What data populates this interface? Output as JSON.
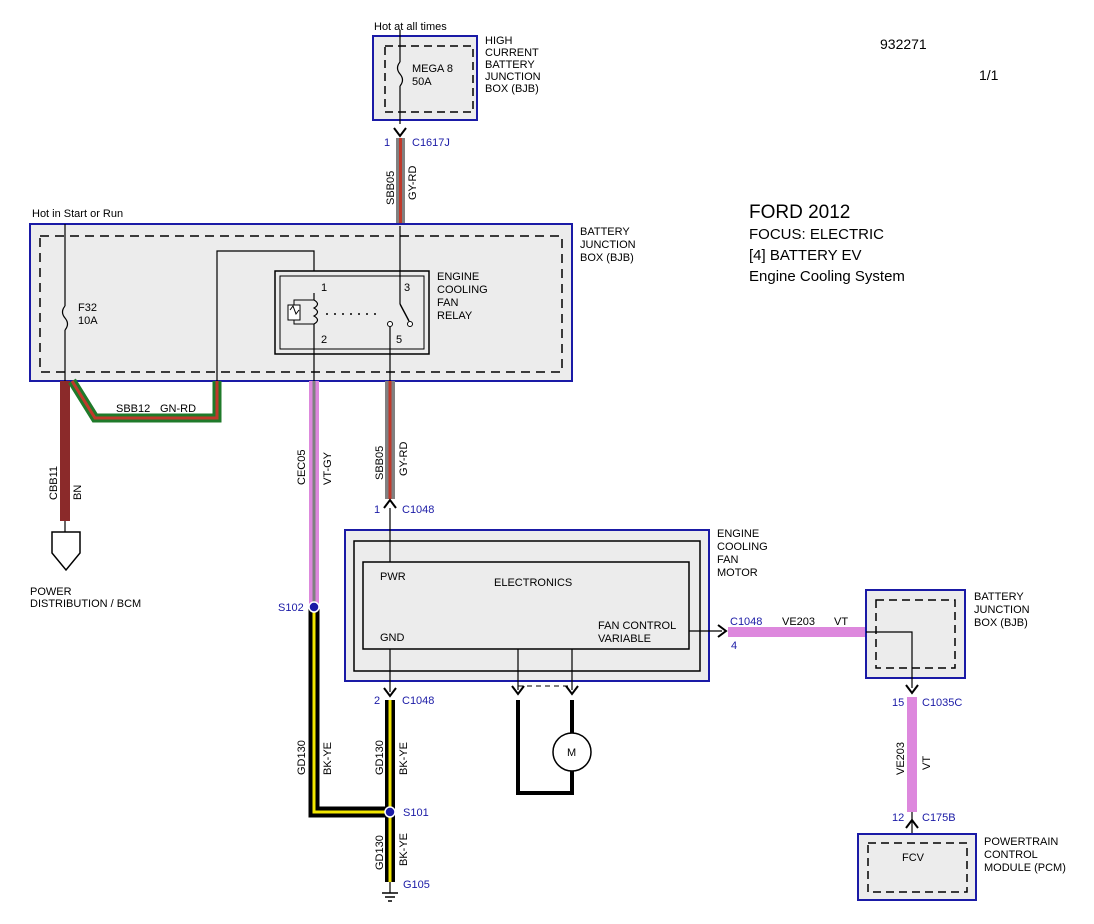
{
  "sheet": {
    "number": "932271",
    "page": "1/1"
  },
  "title": {
    "line1": "FORD 2012",
    "line2": "FOCUS: ELECTRIC",
    "line3": "[4] BATTERY EV",
    "line4": "Engine Cooling System"
  },
  "notes": {
    "hot_at_all_times": "Hot at all times",
    "hot_in_start_run": "Hot in Start or Run"
  },
  "hcbjb": {
    "label": [
      "HIGH",
      "CURRENT",
      "BATTERY",
      "JUNCTION",
      "BOX (BJB)"
    ],
    "fuse_name": "MEGA 8",
    "fuse_rating": "50A",
    "pin": "1",
    "connector": "C1617J"
  },
  "bjb_main": {
    "label": [
      "BATTERY",
      "JUNCTION",
      "BOX (BJB)"
    ],
    "fuse_name": "F32",
    "fuse_rating": "10A"
  },
  "relay": {
    "label": [
      "ENGINE",
      "COOLING",
      "FAN",
      "RELAY"
    ],
    "pins": [
      "1",
      "2",
      "3",
      "5"
    ]
  },
  "wires": {
    "sbb05_top": {
      "circuit": "SBB05",
      "color": "GY-RD"
    },
    "sbb12": {
      "circuit": "SBB12",
      "color": "GN-RD"
    },
    "cbb11": {
      "circuit": "CBB11",
      "color": "BN"
    },
    "cec05": {
      "circuit": "CEC05",
      "color": "VT-GY"
    },
    "sbb05_mid": {
      "circuit": "SBB05",
      "color": "GY-RD"
    },
    "gd130_left": {
      "circuit": "GD130",
      "color": "BK-YE"
    },
    "gd130_right": {
      "circuit": "GD130",
      "color": "BK-YE"
    },
    "gd130_bottom": {
      "circuit": "GD130",
      "color": "BK-YE"
    },
    "ve203_h": {
      "circuit": "VE203",
      "color": "VT"
    },
    "ve203_v": {
      "circuit": "VE203",
      "color": "VT"
    }
  },
  "power_distribution": {
    "label": [
      "POWER",
      "DISTRIBUTION / BCM"
    ]
  },
  "fan_motor": {
    "label": [
      "ENGINE",
      "COOLING",
      "FAN",
      "MOTOR"
    ],
    "electronics": "ELECTRONICS",
    "pwr": "PWR",
    "gnd": "GND",
    "fan_control": [
      "FAN CONTROL",
      "VARIABLE"
    ],
    "motor_symbol": "M"
  },
  "connectors": {
    "c1048_pwr": {
      "pin": "1",
      "name": "C1048"
    },
    "c1048_gnd": {
      "pin": "2",
      "name": "C1048"
    },
    "c1048_ctrl": {
      "pin": "4",
      "name": "C1048"
    },
    "c1035c": {
      "pin": "15",
      "name": "C1035C"
    },
    "c175b": {
      "pin": "12",
      "name": "C175B"
    }
  },
  "splices": {
    "s102": "S102",
    "s101": "S101"
  },
  "ground": {
    "name": "G105"
  },
  "bjb_right": {
    "label": [
      "BATTERY",
      "JUNCTION",
      "BOX (BJB)"
    ]
  },
  "pcm": {
    "label": [
      "POWERTRAIN",
      "CONTROL",
      "MODULE (PCM)"
    ],
    "inner": "FCV"
  },
  "colors": {
    "box_border": "#1a1aa6",
    "label_blue": "#1a1aa6",
    "gray": "#808080",
    "red": "#c0392b",
    "green": "#1f7a2a",
    "brown": "#8b2a2a",
    "violet": "#dd88dd",
    "black": "#000000",
    "yellow": "#f2e600"
  }
}
